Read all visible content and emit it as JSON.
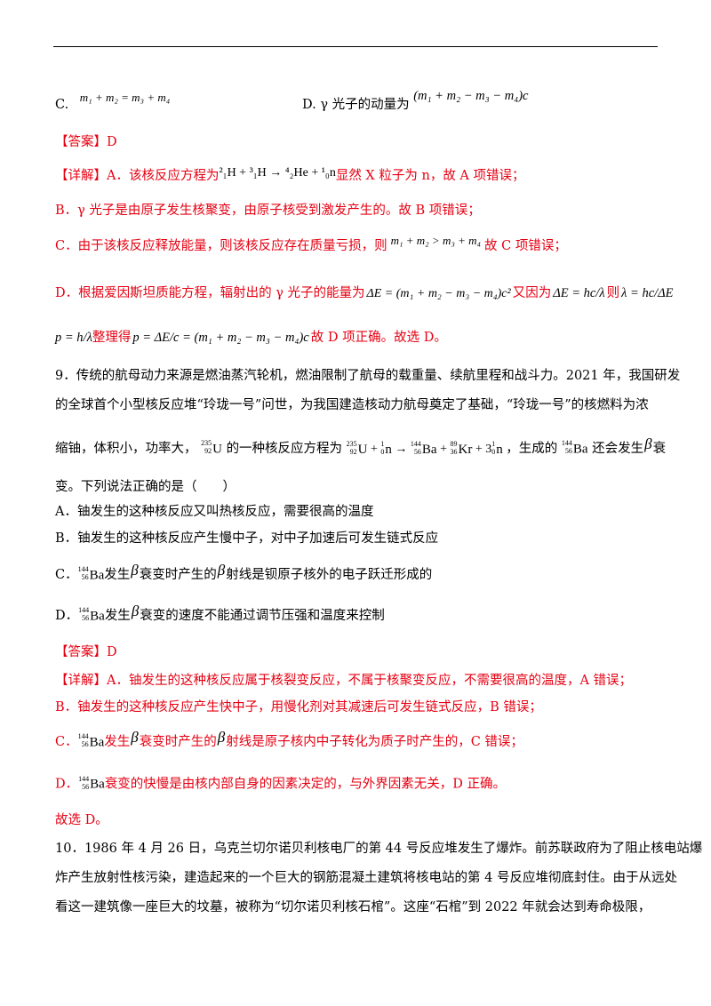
{
  "q8": {
    "c_label": "C.",
    "c_formula": "m₁ + m₂ = m₃ + m₄",
    "d_label": "D. γ 光子的动量为",
    "d_formula": "(m₁ + m₂ − m₃ − m₄)c",
    "answer": "【答案】D",
    "detail_a_prefix": "【详解】A．该核反应方程为",
    "detail_a_eq": "²₁H + ³₁H → ⁴₂He + ¹₀n",
    "detail_a_suffix": "显然 X 粒子为 n，故 A 项错误；",
    "detail_b": "B．γ 光子是由原子发生核聚变，由原子核受到激发产生的。故 B 项错误；",
    "detail_c_prefix": "C．由于该核反应释放能量，则该核反应存在质量亏损，则",
    "detail_c_eq": "m₁ + m₂ > m₃ + m₄",
    "detail_c_suffix": "故 C 项错误；",
    "detail_d_prefix": "D．根据爱因斯坦质能方程，辐射出的 γ 光子的能量为",
    "detail_d_eq1": "ΔE = (m₁ + m₂ − m₃ − m₄)c²",
    "detail_d_mid": "又因为",
    "detail_d_eq2": "ΔE = hc/λ",
    "detail_d_then": "则",
    "detail_d_eq3": "λ = hc/ΔE",
    "detail_d2_eq1": "p = h/λ",
    "detail_d2_mid": "整理得",
    "detail_d2_eq2": "p = ΔE/c = (m₁ + m₂ − m₃ − m₄)c",
    "detail_d2_suffix": "故 D 项正确。故选 D。"
  },
  "q9": {
    "stem_line1": "9．传统的航母动力来源是燃油蒸汽轮机，燃油限制了航母的载重量、续航里程和战斗力。2021 年，我国研发",
    "stem_line2": "的全球首个小型核反应堆“玲珑一号”问世，为我国建造核动力航母奠定了基础，“玲珑一号”的核燃料为浓",
    "stem_line3_a": "缩铀，体积小，功率大，",
    "stem_line3_b": "的一种核反应方程为",
    "stem_line3_c": "，生成的",
    "stem_line3_d": "还会发生",
    "stem_line3_e": "衰",
    "stem_line4": "变。下列说法正确的是（　　）",
    "option_a": "A．铀发生的这种核反应又叫热核反应，需要很高的温度",
    "option_b": "B．铀发生的这种核反应产生慢中子，对中子加速后可发生链式反应",
    "option_c_label": "C．",
    "option_c_a": "发生",
    "option_c_b": "衰变时产生的",
    "option_c_c": "射线是钡原子核外的电子跃迁形成的",
    "option_d_label": "D．",
    "option_d_a": "发生",
    "option_d_b": "衰变的速度不能通过调节压强和温度来控制",
    "answer": "【答案】D",
    "detail_a": "【详解】A．铀发生的这种核反应属于核裂变反应，不属于核聚变反应，不需要很高的温度，A 错误；",
    "detail_b": "B．铀发生的这种核反应产生快中子，用慢化剂对其减速后可发生链式反应，B 错误；",
    "detail_c_label": "C．",
    "detail_c_a": "发生",
    "detail_c_b": "衰变时产生的",
    "detail_c_c": "射线是原子核内中子转化为质子时产生的，C 错误；",
    "detail_d_label": "D．",
    "detail_d_a": "衰变的快慢是由核内部自身的因素决定的，与外界因素无关，D 正确。",
    "conclusion": "故选 D。"
  },
  "q10": {
    "line1": "10．1986 年 4 月 26 日，乌克兰切尔诺贝利核电厂的第 44 号反应堆发生了爆炸。前苏联政府为了阻止核电站爆",
    "line2": "炸产生放射性核污染，建造起来的一个巨大的钢筋混凝土建筑将核电站的第 4 号反应堆彻底封住。由于从远处",
    "line3": "看这一建筑像一座巨大的坟墓，被称为“切尔诺贝利核石棺”。这座“石棺”到 2022 年就会达到寿命极限，"
  },
  "colors": {
    "answer_red": "#e60012",
    "text": "#000000"
  }
}
